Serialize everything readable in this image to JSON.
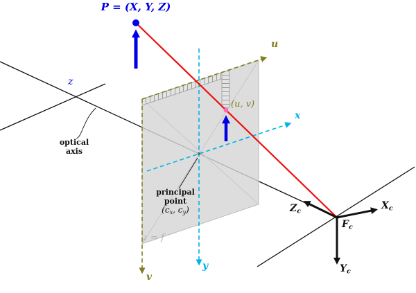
{
  "figure": {
    "world_point_label": "P = (X, Y, Z)",
    "optical_axis_z_label": "z",
    "axes": {
      "u": "u",
      "v": "v",
      "x": "x",
      "y": "y"
    },
    "image_point_label": "(u, v)",
    "optical_axis_text": [
      "optical",
      "axis"
    ],
    "principal_point_text": [
      "principal",
      "point"
    ],
    "principal_coords": {
      "open": "(c",
      "sub_x": "x",
      "mid": ", c",
      "sub_y": "y",
      "close": ")"
    },
    "focal_plane_label": "z = f",
    "camera_frame": {
      "f": "F",
      "x": "X",
      "y": "Y",
      "z": "Z",
      "sub": "c"
    }
  },
  "colors": {
    "blue": "#0000e6",
    "red": "#ee0e0e",
    "cyan": "#00b4e4",
    "olive": "#7f7e20",
    "pink": "#ff69b4",
    "plane_fill": "#d6d6d6",
    "line_black": "#111111"
  }
}
